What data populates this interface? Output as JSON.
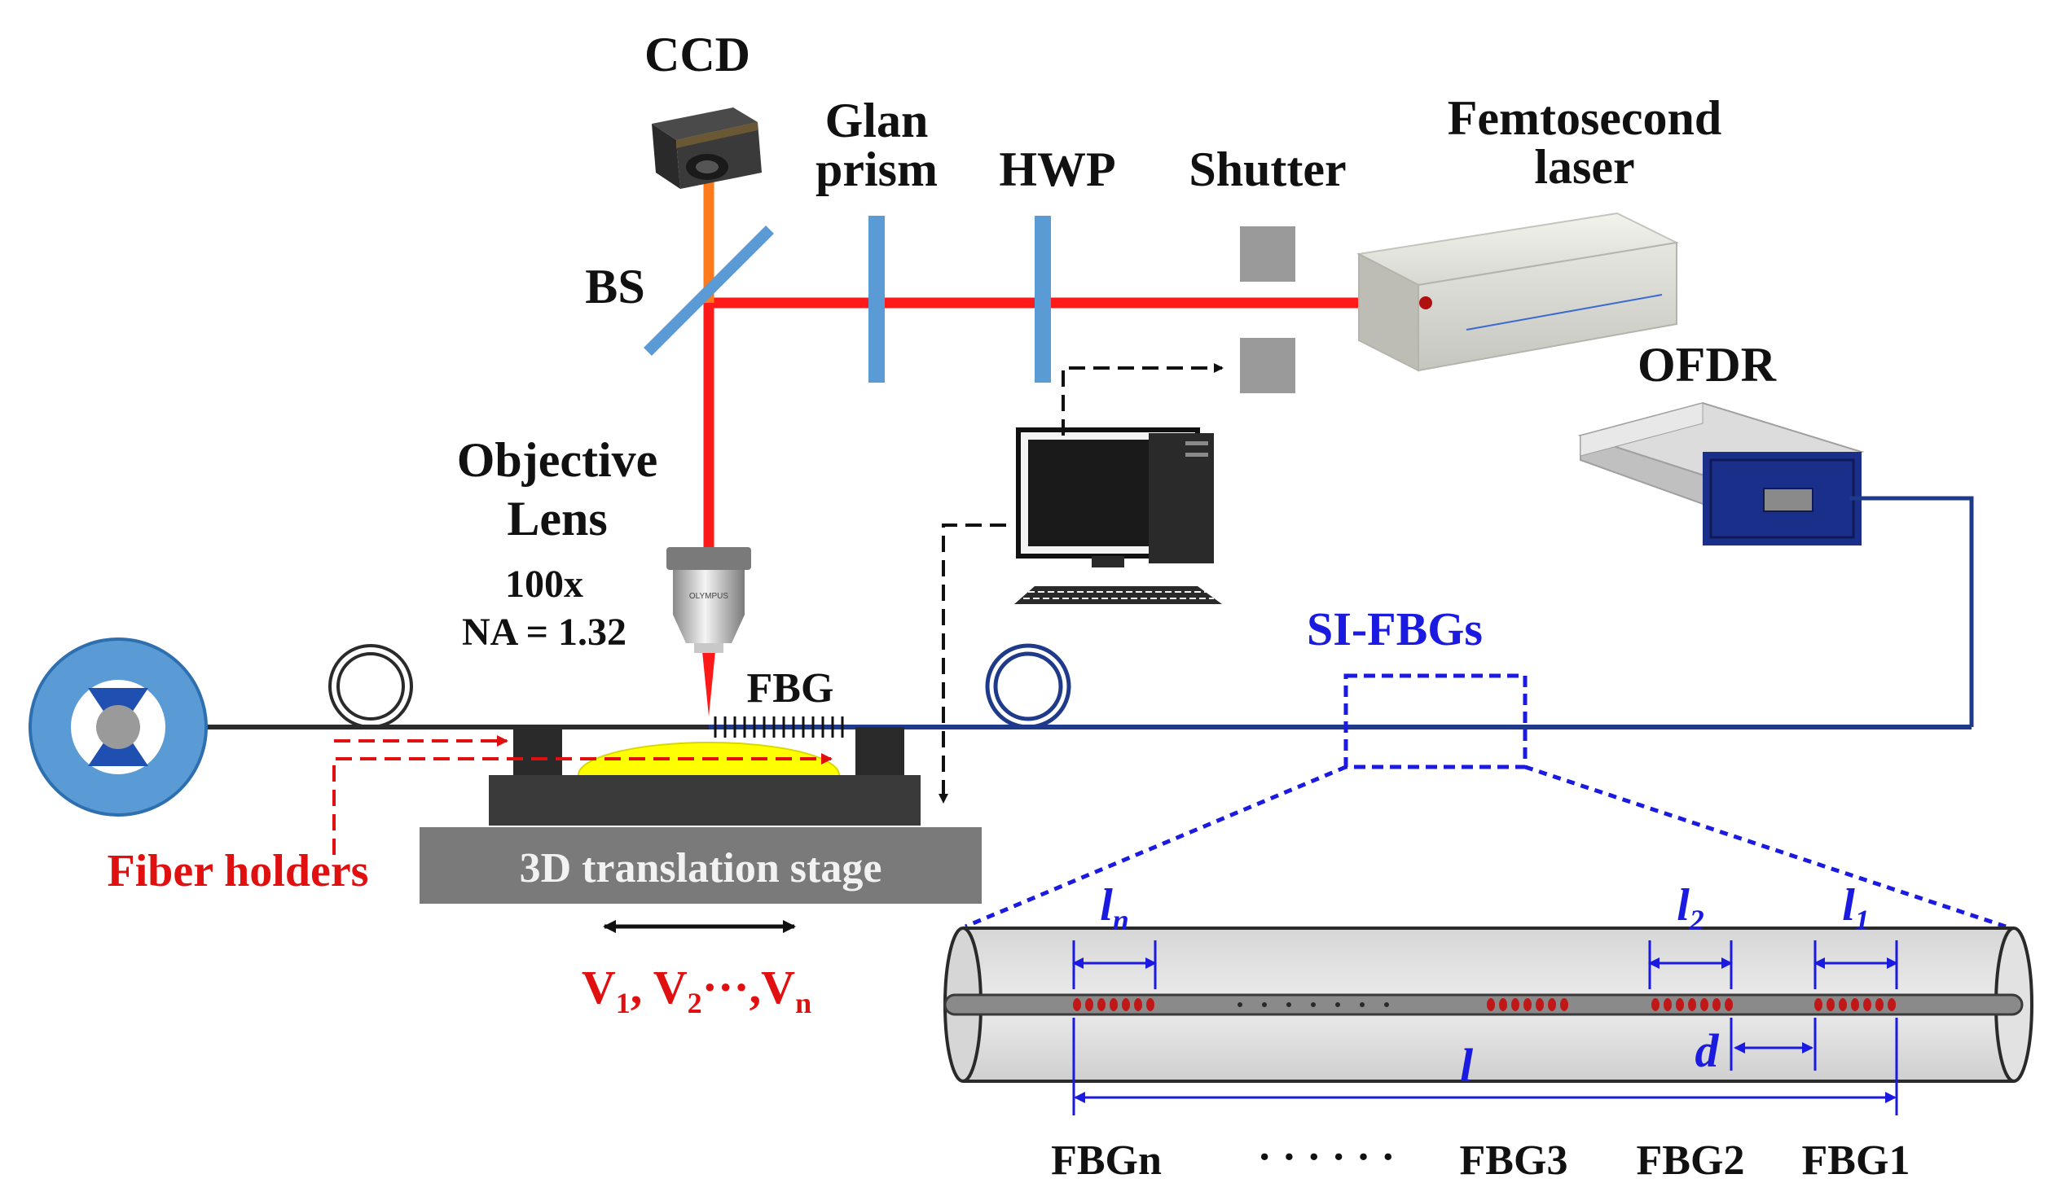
{
  "labels": {
    "ccd": "CCD",
    "glan_line1": "Glan",
    "glan_line2": "prism",
    "hwp": "HWP",
    "shutter": "Shutter",
    "femto_line1": "Femtosecond",
    "femto_line2": "laser",
    "bs": "BS",
    "ofdr": "OFDR",
    "objective_line1": "Objective",
    "objective_line2": "Lens",
    "magnification": "100x",
    "na": "NA = 1.32",
    "fbg": "FBG",
    "si_fbgs": "SI-FBGs",
    "fiber_holders": "Fiber holders",
    "stage": "3D translation stage",
    "velocity": {
      "v": "V",
      "s1": "1",
      "sep1": ", V",
      "s2": "2",
      "dots": "···,V",
      "sn": "n"
    }
  },
  "inset": {
    "ln": {
      "base": "l",
      "sub": "n"
    },
    "l2": {
      "base": "l",
      "sub": "2"
    },
    "l1": {
      "base": "l",
      "sub": "1"
    },
    "l": "l",
    "d": "d",
    "fbgn": "FBGn",
    "ellipsis": "· · · · · ·",
    "fbg3": "FBG3",
    "fbg2": "FBG2",
    "fbg1": "FBG1"
  },
  "colors": {
    "laser_beam": "#ff1a1a",
    "imaging_path": "#ff7a1a",
    "optic": "#5b9bd5",
    "fiber": "#1f3a8a",
    "label_red": "#e01010",
    "label_blue": "#1a1ae0",
    "grating_dots": "#c01818"
  },
  "icons": [
    "ccd-camera-icon",
    "computer-icon",
    "fiber-spool-icon",
    "fiber-loop-icon",
    "objective-lens-icon",
    "femtosecond-laser-icon",
    "ofdr-device-icon",
    "shutter-icon"
  ]
}
